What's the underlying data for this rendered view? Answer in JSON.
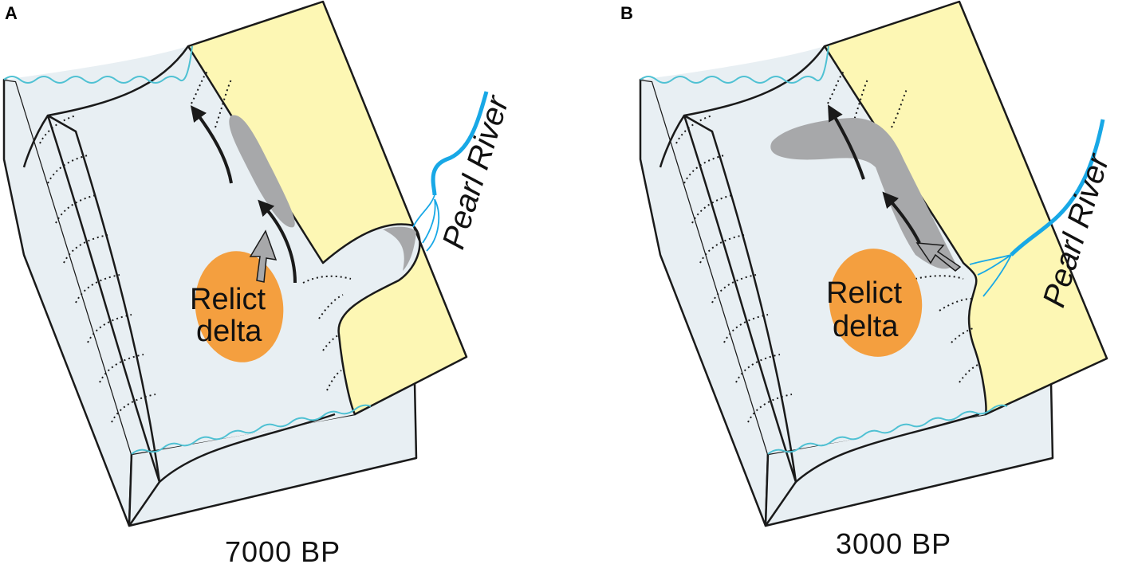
{
  "panels": [
    {
      "letter": "A",
      "river_label": "Pearl River",
      "delta_label_line1": "Relict",
      "delta_label_line2": "delta",
      "time_label": "7000 BP"
    },
    {
      "letter": "B",
      "river_label": "Pearl River",
      "delta_label_line1": "Relict",
      "delta_label_line2": "delta",
      "time_label": "3000 BP"
    }
  ],
  "colors": {
    "shelf": "#e8eff3",
    "land": "#fdf7b4",
    "delta": "#f49f3f",
    "mud": "#a7a8aa",
    "river": "#18a8e6",
    "sea_level": "#4fc1d3",
    "outline": "#1a1a1a"
  }
}
